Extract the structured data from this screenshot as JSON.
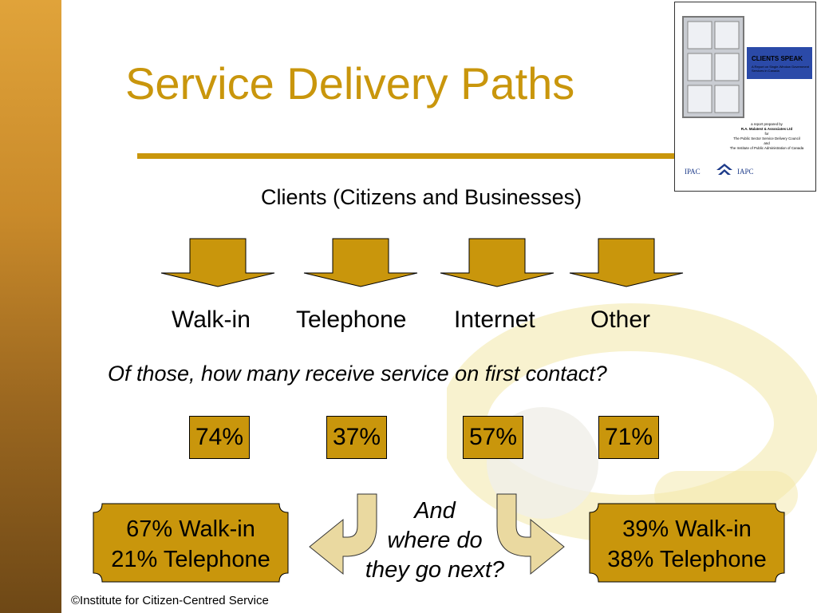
{
  "slide": {
    "title": "Service Delivery Paths",
    "clients_heading": "Clients (Citizens and Businesses)",
    "channels": [
      {
        "label": "Walk-in",
        "first_contact_pct": "74%"
      },
      {
        "label": "Telephone",
        "first_contact_pct": "37%"
      },
      {
        "label": "Internet",
        "first_contact_pct": "57%"
      },
      {
        "label": "Other",
        "first_contact_pct": "71%"
      }
    ],
    "question": "Of those, how many receive service on first contact?",
    "next_question": [
      "And",
      "where do",
      "they go next?"
    ],
    "left_plaque": [
      "67% Walk-in",
      "21% Telephone"
    ],
    "right_plaque": [
      "39% Walk-in",
      "38% Telephone"
    ],
    "footer": "©Institute for Citizen-Centred Service"
  },
  "report_cover": {
    "title": "CLIENTS SPEAK",
    "subtitle": "A Report on Single-Window Government Services in Canada",
    "credits": [
      "a report prepared by",
      "R.A. Malatest & Associates Ltd",
      "for",
      "The Public Sector Service Delivery Council",
      "and",
      "The Institute of Public Administration of Canada"
    ],
    "logo_left": "IPAC",
    "logo_right": "IAPC"
  },
  "colors": {
    "accent_gold": "#c9960c",
    "light_gold": "#ead9a0",
    "cover_band": "#2b4aa8"
  }
}
